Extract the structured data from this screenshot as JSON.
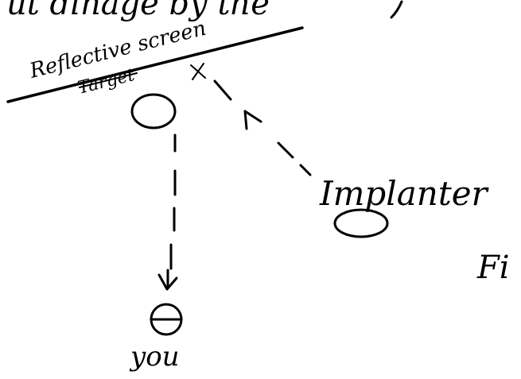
{
  "top_fragment": "ut dinage by the",
  "screen_label_top": "Reflective screen",
  "screen_label_strike": "Target",
  "implanter_label": "Implanter",
  "you_label": "you",
  "right_fragment": "Fi",
  "ink_color": "#000000",
  "background_color": "#ffffff"
}
